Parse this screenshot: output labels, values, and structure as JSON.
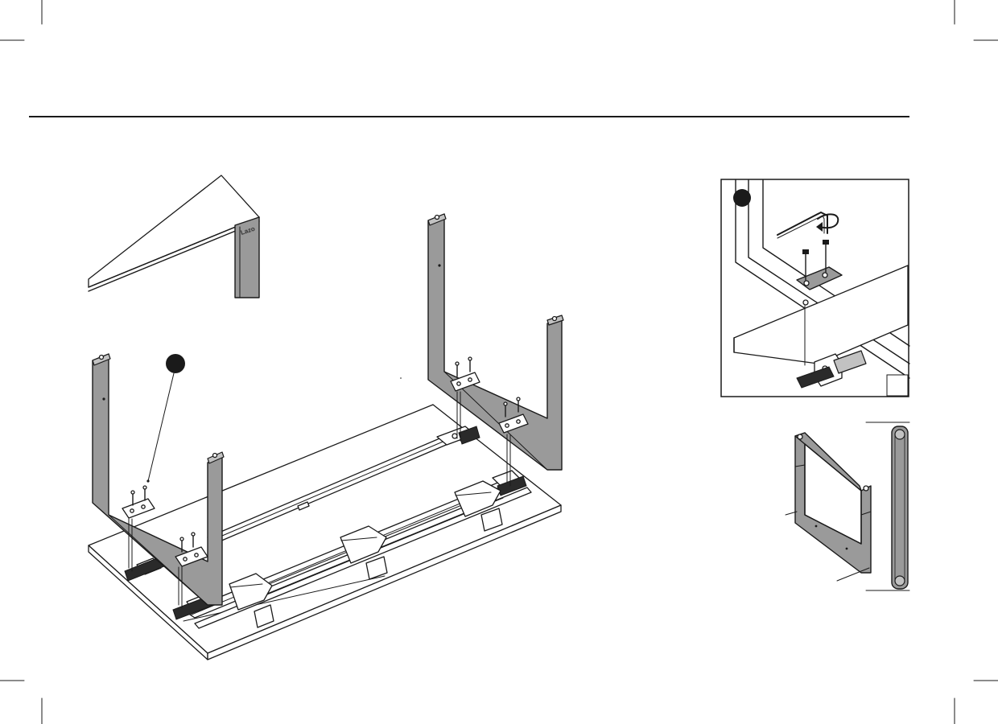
{
  "document": {
    "brand_mark": "Lazo"
  },
  "colors": {
    "line": "#1a1a1a",
    "steel": "#9a9a9a",
    "steel_light": "#c2c2c2",
    "paper": "#ffffff"
  },
  "icons": {
    "step_callout_main": "filled-circle-marker",
    "step_callout_detail": "filled-circle-marker",
    "rotation": "rotation-arrow-icon",
    "tool": "hex-key-icon"
  }
}
